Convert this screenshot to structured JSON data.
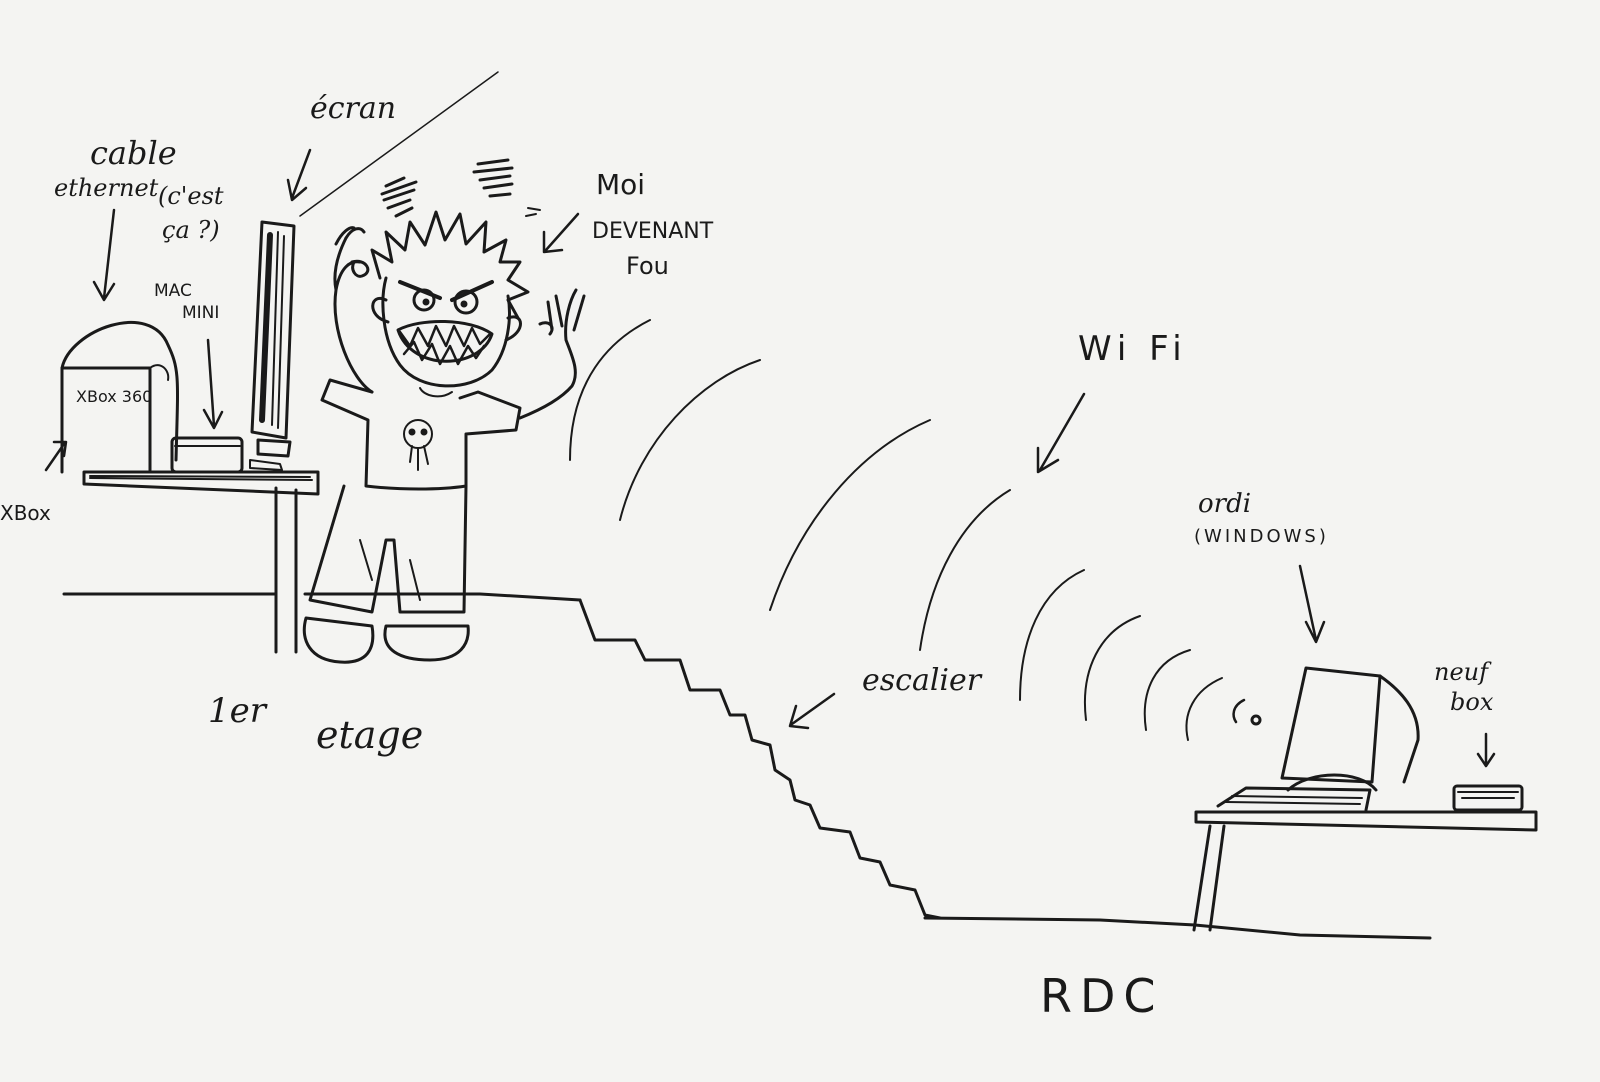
{
  "labels": {
    "ecran": "écran",
    "cable": "cable",
    "ethernet": "ethernet",
    "cest": "(c'est",
    "ca": "ça ?)",
    "mac": "MAC",
    "mini": "MINI",
    "xbox360": "XBox 360",
    "xbox": "XBox",
    "moi": "Moi",
    "devenant": "DEVENANT",
    "fou": "Fou",
    "wifi": "Wi Fi",
    "ordi": "ordi",
    "windows": "(WINDOWS)",
    "neuf": "neuf",
    "box": "box",
    "escalier": "escalier",
    "etage_num": "1er",
    "etage": "etage",
    "rdc": "RDC"
  },
  "colors": {
    "paper": "#f4f4f2",
    "ink": "#1a1a1a"
  }
}
